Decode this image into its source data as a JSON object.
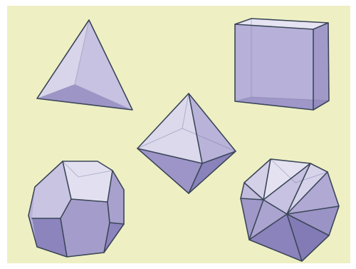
{
  "scene": {
    "background_color": "#EEF0C4",
    "face_light": "#D9D7EA",
    "face_mid": "#B8B3D8",
    "face_dark": "#7E76AA",
    "edge_color": "#3B4658",
    "shapes": [
      {
        "name": "tetrahedron"
      },
      {
        "name": "cube"
      },
      {
        "name": "octahedron"
      },
      {
        "name": "dodecahedron"
      },
      {
        "name": "icosahedron"
      }
    ]
  }
}
